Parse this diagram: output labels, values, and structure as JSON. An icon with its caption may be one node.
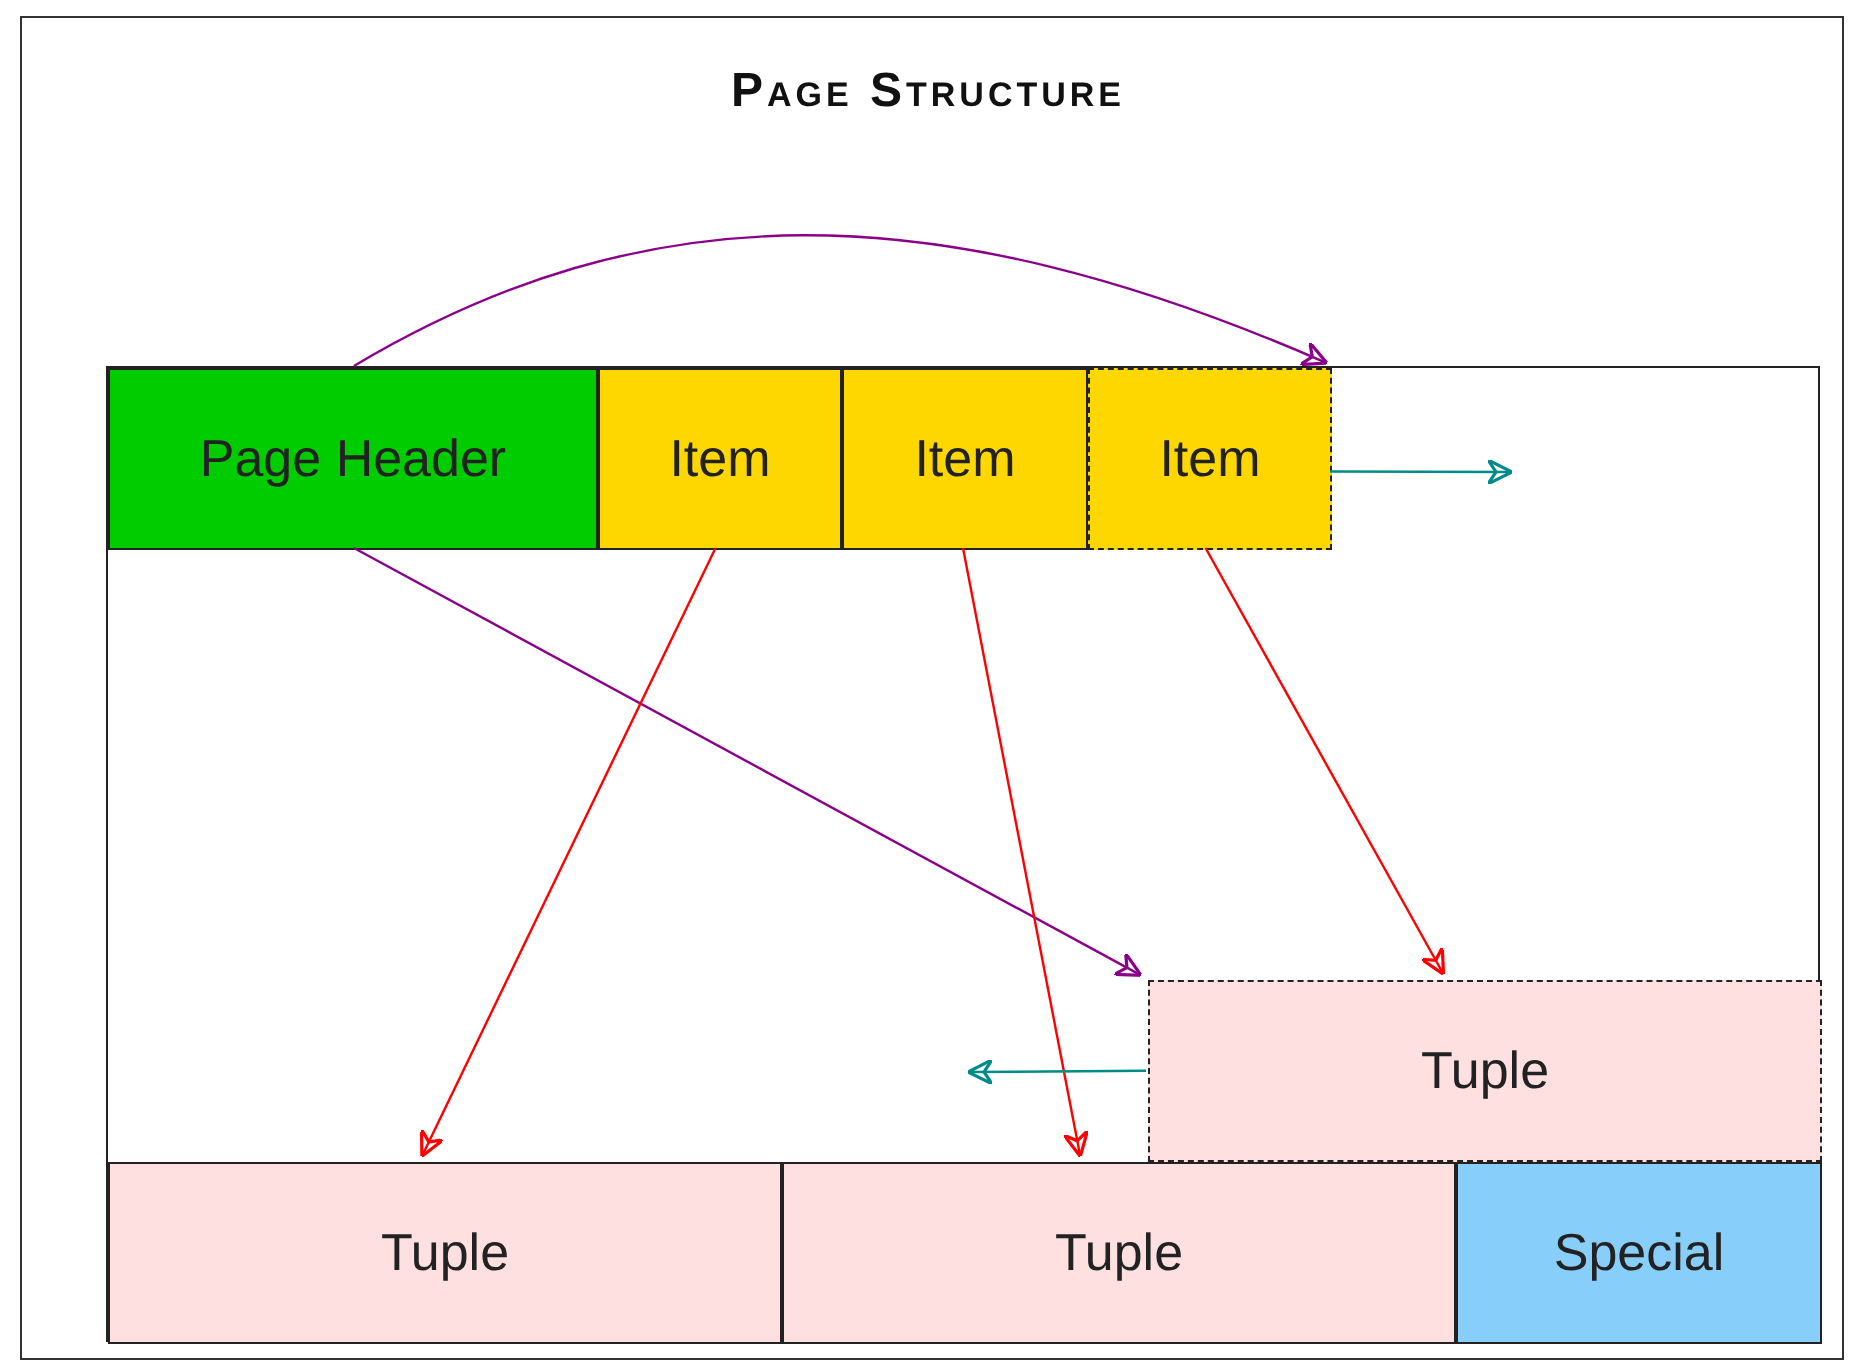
{
  "diagram": {
    "title": "Page Structure",
    "nodes": [
      {
        "text": [],
        "shape": "box"
      },
      {
        "text": [
          "Page Header"
        ],
        "in": 0
      },
      {
        "text": [
          "Item"
        ],
        "in": 0
      },
      {
        "text": [
          "Item"
        ],
        "in": 0
      },
      {
        "text": [
          "Item"
        ],
        "in": 0
      },
      {
        "text": [
          "Tuple"
        ],
        "in": 0
      },
      {
        "text": [
          "Tuple"
        ],
        "in": 0
      },
      {
        "text": [
          "Tuple"
        ],
        "in": 0
      },
      {
        "text": [
          "Special"
        ],
        "in": 0
      }
    ],
    "edges": [
      {
        "from": 1,
        "to": 4,
        "arrow": "to",
        "color": "#8b008b"
      },
      {
        "from": 1,
        "to": 5,
        "arrow": "to",
        "color": "#8b008b"
      },
      {
        "from": 2,
        "to": 6,
        "arrow": "to"
      },
      {
        "from": 3,
        "to": 7,
        "arrow": "to"
      },
      {
        "from": 4,
        "to": 5,
        "arrow": "to"
      },
      {
        "from": 4,
        "to": null,
        "arrow": "to",
        "color": "#008b8b"
      },
      {
        "from": 5,
        "to": null,
        "arrow": "to",
        "color": "#008b8b"
      }
    ]
  }
}
